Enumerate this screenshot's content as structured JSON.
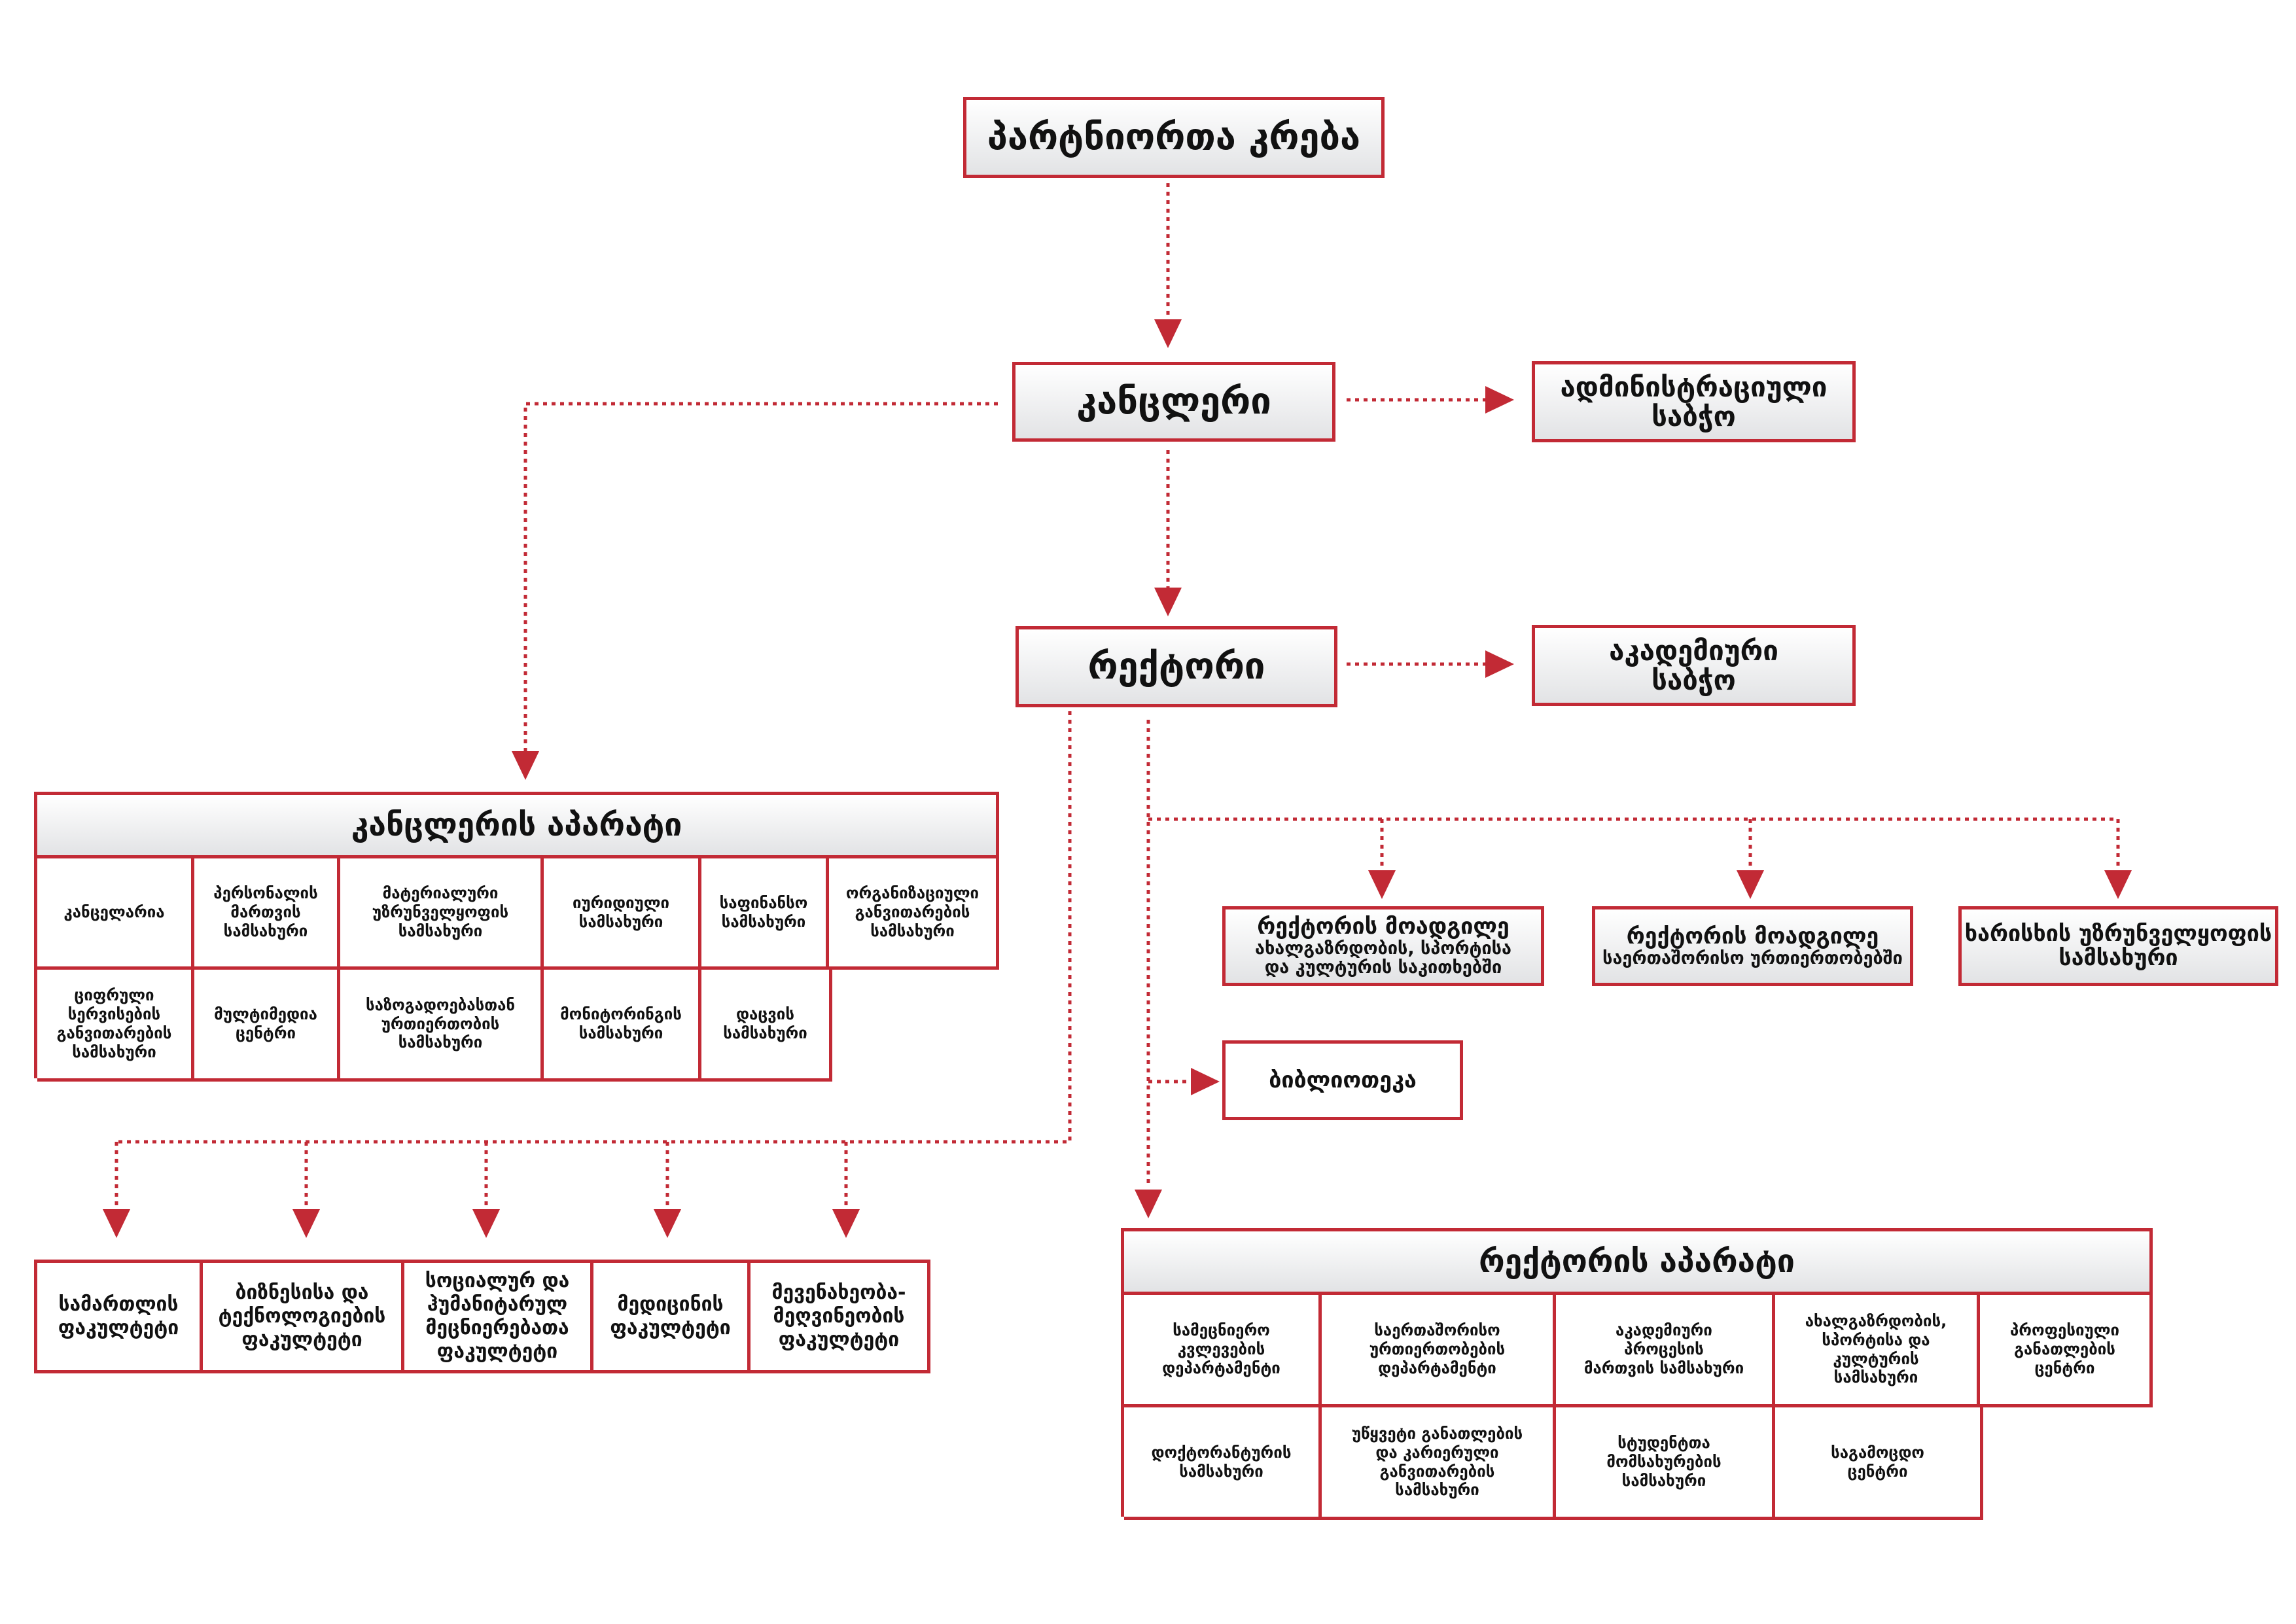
{
  "top": {
    "partners": "პარტნიორთა კრება",
    "chancellor": "კანცლერი",
    "admin_board": [
      "ადმინისტრაციული",
      "საბჭო"
    ],
    "rector": "რექტორი",
    "academic_board": [
      "აკადემიური",
      "საბჭო"
    ]
  },
  "chancellor_office": {
    "title": "კანცლერის აპარატი",
    "row1": [
      "კანცელარია",
      "პერსონალის\nმართვის\nსამსახური",
      "მატერიალური\nუზრუნველყოფის\nსამსახური",
      "იურიდიული\nსამსახური",
      "საფინანსო\nსამსახური",
      "ორგანიზაციული\nგანვითარების\nსამსახური"
    ],
    "row2": [
      "ციფრული\nსერვისების\nგანვითარების\nსამსახური",
      "მულტიმედია\nცენტრი",
      "საზოგადოებასთან\nურთიერთობის\nსამსახური",
      "მონიტორინგის\nსამსახური",
      "დაცვის\nსამსახური"
    ]
  },
  "rector_units": {
    "deputy1": [
      "რექტორის მოადგილე",
      "ახალგაზრდობის, სპორტისა",
      "და კულტურის საკითხებში"
    ],
    "deputy2": [
      "რექტორის მოადგილე",
      "საერთაშორისო ურთიერთობებში"
    ],
    "quality": [
      "ხარისხის უზრუნველყოფის",
      "სამსახური"
    ],
    "library": "ბიბლიოთეკა"
  },
  "faculties": [
    "სამართლის\nფაკულტეტი",
    "ბიზნესისა და\nტექნოლოგიების\nფაკულტეტი",
    "სოციალურ და\nჰუმანიტარულ\nმეცნიერებათა\nფაკულტეტი",
    "მედიცინის\nფაკულტეტი",
    "მევენახეობა-\nმეღვინეობის\nფაკულტეტი"
  ],
  "rector_office": {
    "title": "რექტორის აპარატი",
    "row1": [
      "სამეცნიერო\nკვლევების\nდეპარტამენტი",
      "საერთაშორისო\nურთიერთობების\nდეპარტამენტი",
      "აკადემიური\nპროცესის\nმართვის სამსახური",
      "ახალგაზრდობის,\nსპორტისა და\nკულტურის\nსამსახური",
      "პროფესიული\nგანათლების\nცენტრი"
    ],
    "row2": [
      "დოქტორანტურის\nსამსახური",
      "უწყვეტი განათლების\nდა კარიერული\nგანვითარების\nსამსახური",
      "სტუდენტთა\nმომსახურების\nსამსახური",
      "საგამოცდო\nცენტრი"
    ]
  },
  "colors": {
    "accent": "#c22a35",
    "box_fill_top": "#ffffff",
    "box_fill_bottom": "#e2e3e5"
  }
}
